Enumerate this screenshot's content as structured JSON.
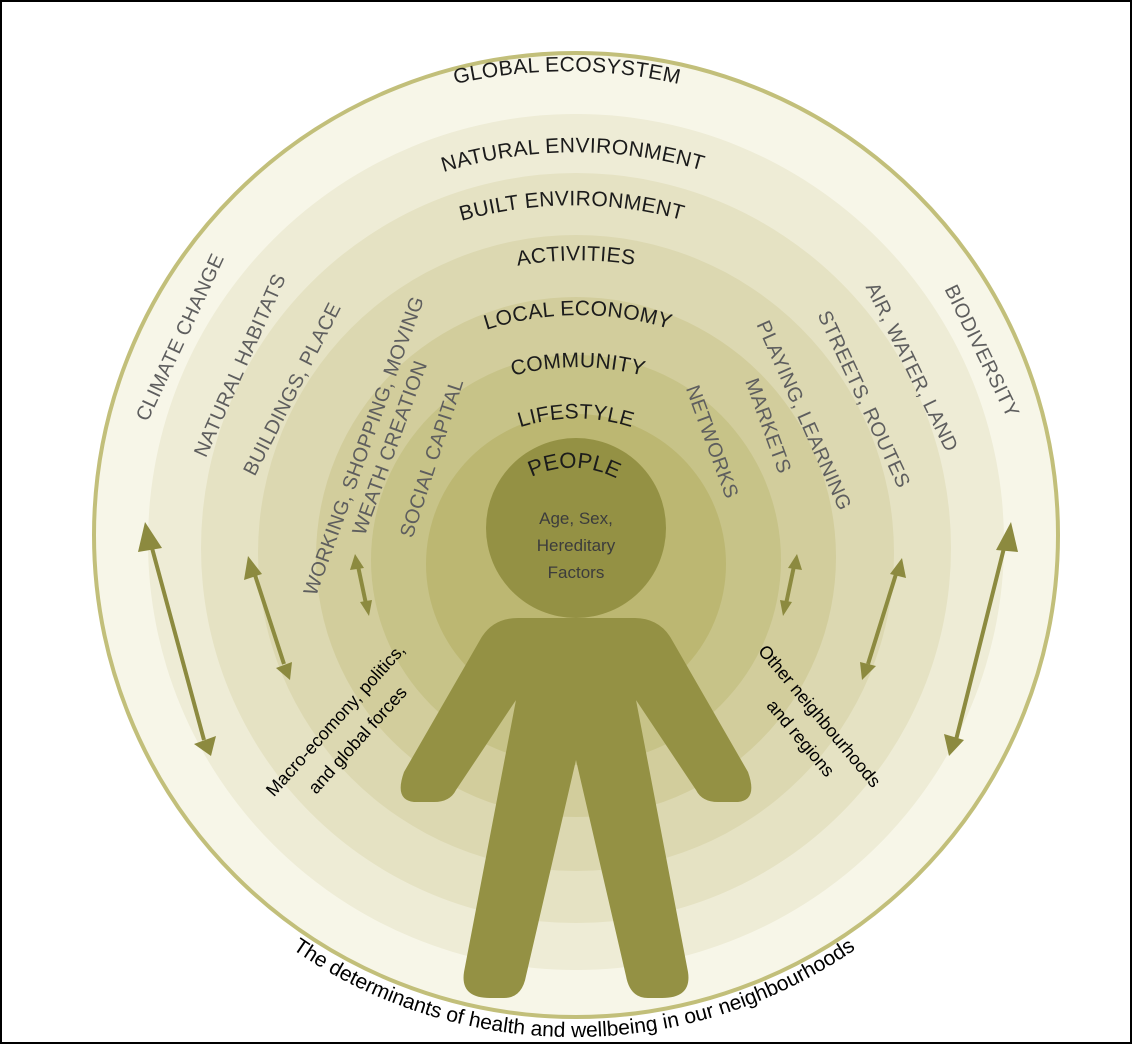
{
  "rings": {
    "global_ecosystem": "GLOBAL ECOSYSTEM",
    "natural_environment": "NATURAL ENVIRONMENT",
    "built_environment": "BUILT ENVIRONMENT",
    "activities": "ACTIVITIES",
    "local_economy": "LOCAL ECONOMY",
    "community": "COMMUNITY",
    "lifestyle": "LIFESTYLE",
    "people": "PEOPLE"
  },
  "left_labels": {
    "climate_change": "CLIMATE CHANGE",
    "natural_habitats": "NATURAL HABITATS",
    "buildings_place": "BUILDINGS, PLACE",
    "working": "WORKING, SHOPPING, MOVING",
    "wealth_creation": "WEATH CREATION",
    "social_capital": "SOCIAL CAPITAL"
  },
  "right_labels": {
    "biodiversity": "BIODIVERSITY",
    "air_water_land": "AIR, WATER, LAND",
    "streets_routes": "STREETS, ROUTES",
    "playing_learning": "PLAYING, LEARNING",
    "markets": "MARKETS",
    "networks": "NETWORKS"
  },
  "center": {
    "line1": "Age, Sex,",
    "line2": "Hereditary",
    "line3": "Factors"
  },
  "notes": {
    "left_line1": "Macro-ecomony, politics,",
    "left_line2": "and global forces",
    "right_line1": "Other neighbourhoods",
    "right_line2": "and regions"
  },
  "caption": "The determinants of health and wellbeing in our neighbourhoods",
  "colors": {
    "outer_ring_stroke": "#c2bf7a",
    "ring_1": "#f7f6e8",
    "ring_2": "#eeecd6",
    "ring_3": "#e5e2c3",
    "ring_4": "#dcd8b1",
    "ring_5": "#d2cd9c",
    "ring_6": "#c7c388",
    "ring_7": "#bcb772",
    "head": "#949144",
    "figure": "#949144",
    "arrow": "#8c8a3f"
  }
}
